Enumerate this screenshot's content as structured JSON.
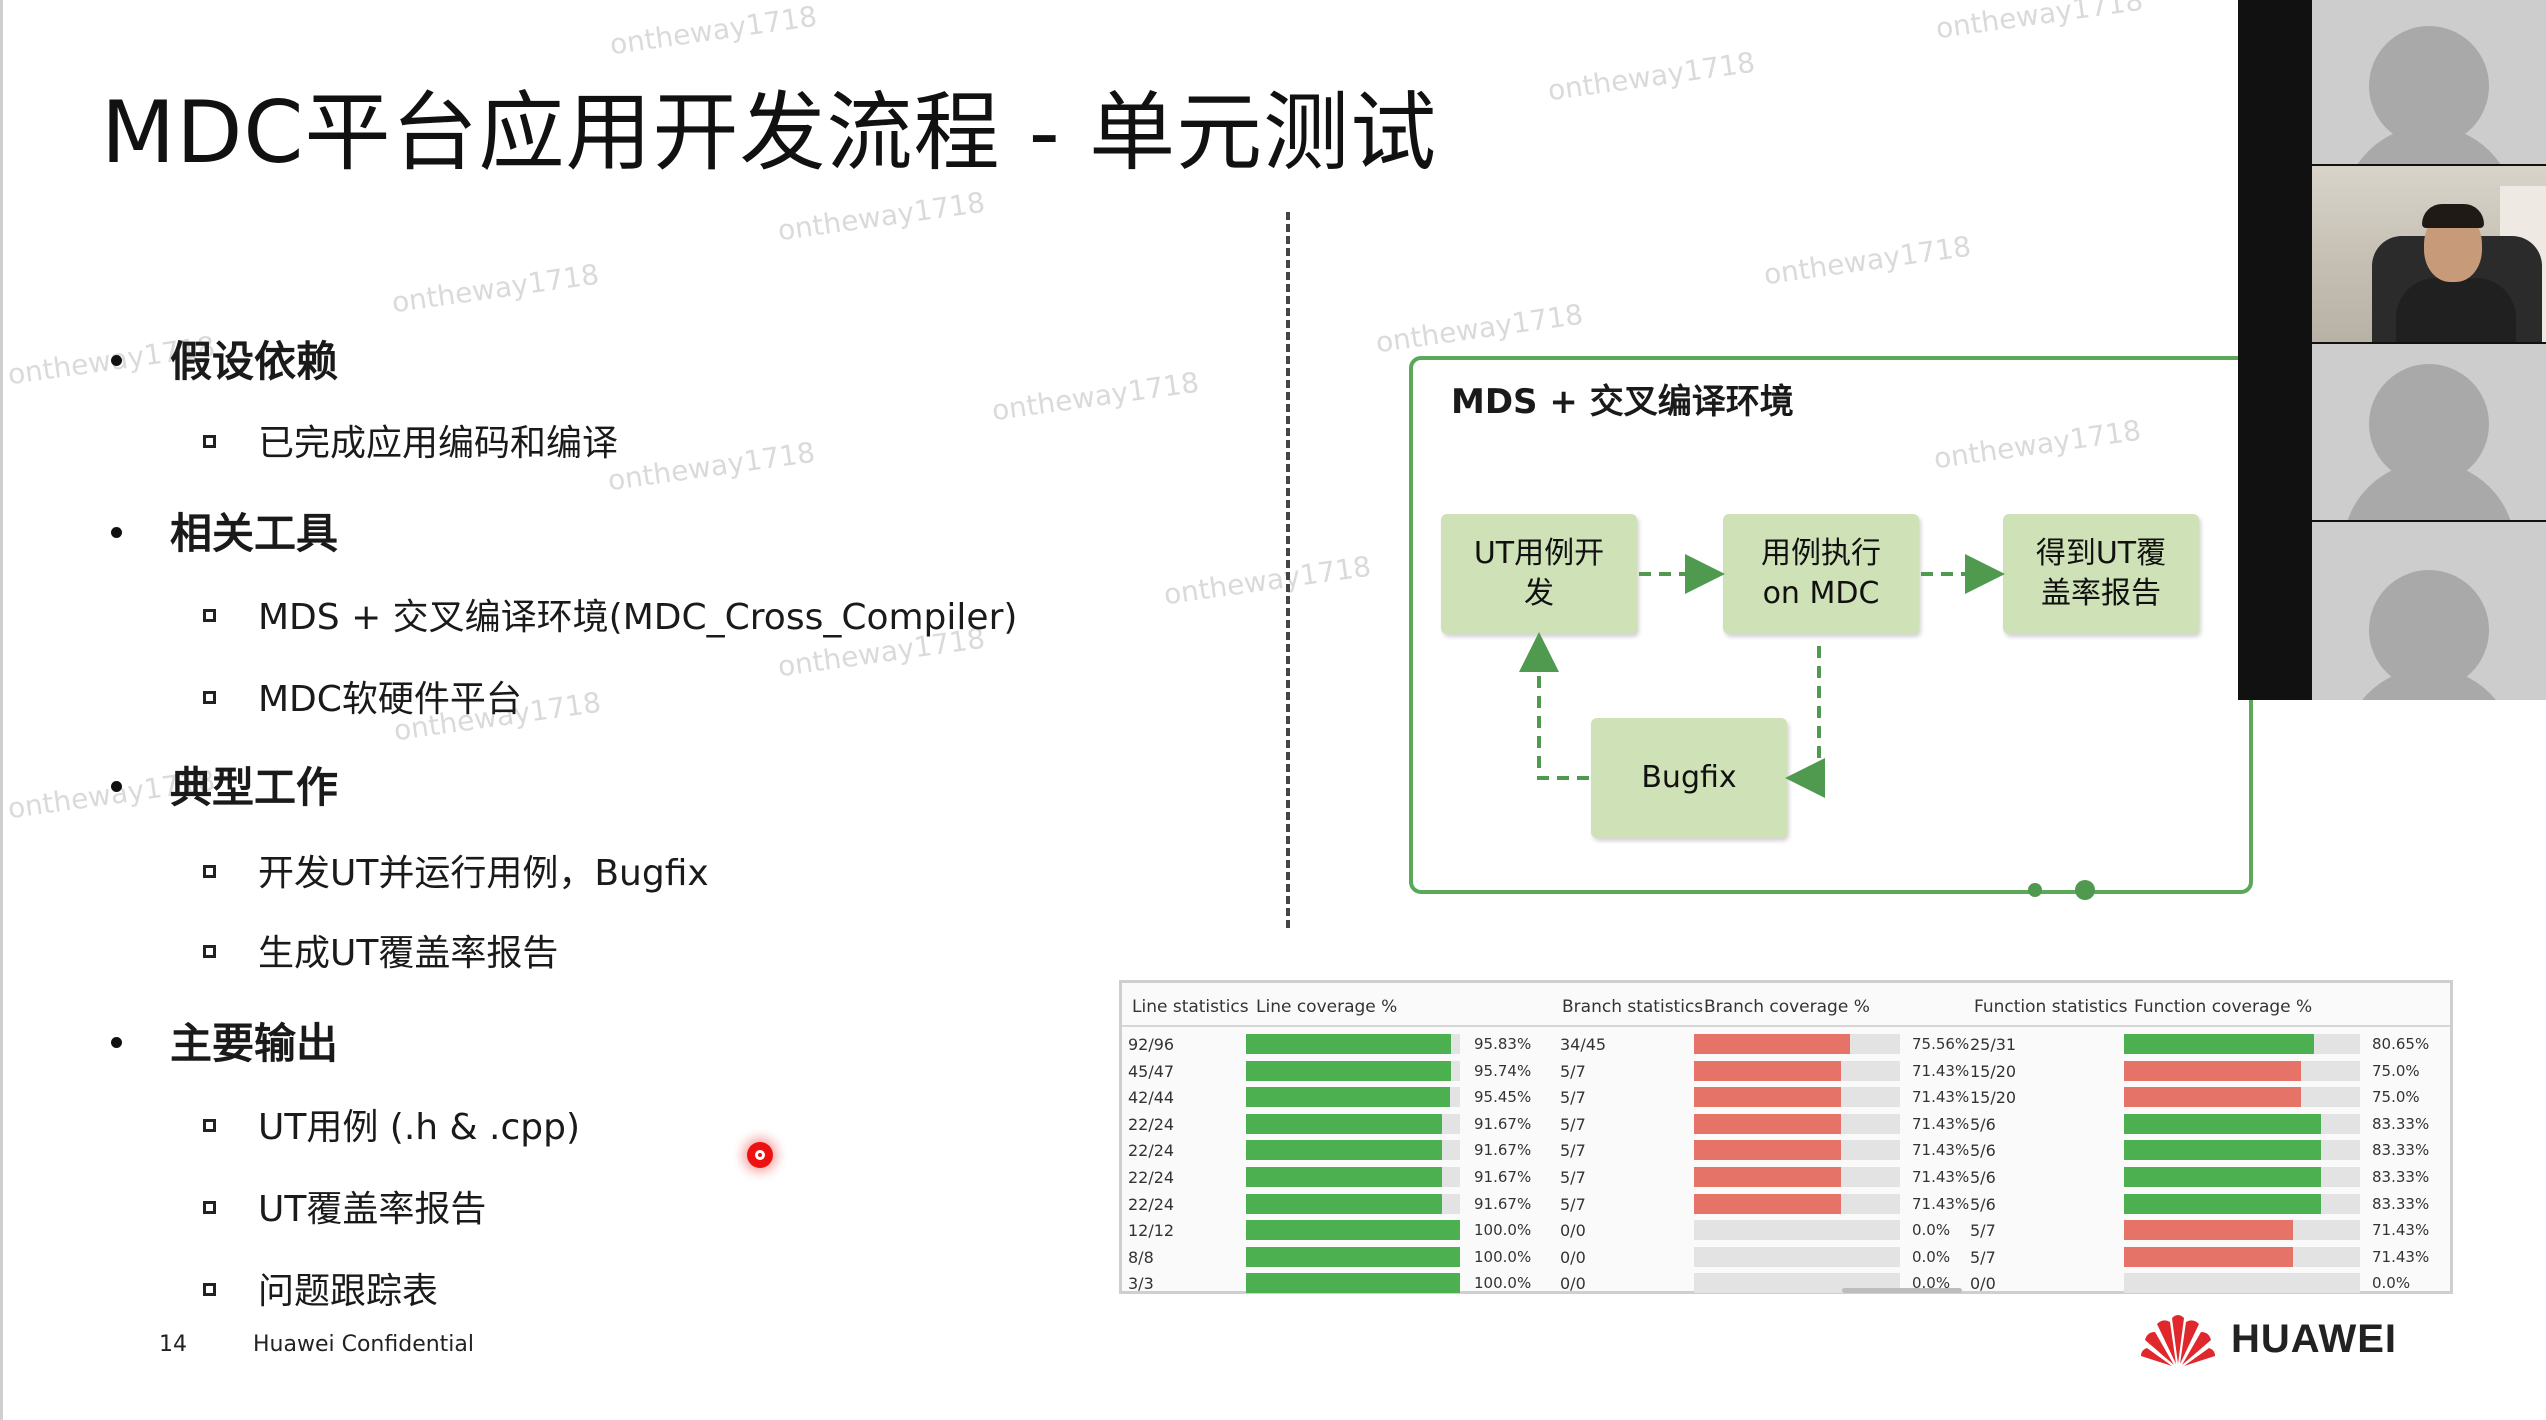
{
  "slide": {
    "title": "MDC平台应用开发流程 - 单元测试",
    "watermark": "ontheway1718",
    "page_number": "14",
    "confidential": "Huawei Confidential",
    "brand": "HUAWEI"
  },
  "bullets": [
    {
      "label": "假设依赖",
      "items": [
        "已完成应用编码和编译"
      ]
    },
    {
      "label": "相关工具",
      "items": [
        "MDS + 交叉编译环境(MDC_Cross_Compiler)",
        "MDC软硬件平台"
      ]
    },
    {
      "label": "典型工作",
      "items": [
        "开发UT并运行用例，Bugfix",
        "生成UT覆盖率报告"
      ]
    },
    {
      "label": "主要输出",
      "items": [
        "UT用例 (.h & .cpp)",
        "UT覆盖率报告",
        "问题跟踪表"
      ]
    }
  ],
  "flow": {
    "title": "MDS + 交叉编译环境",
    "boxes": {
      "develop": "UT用例开\n发",
      "execute": "用例执行\non MDC",
      "report": "得到UT覆\n盖率报告",
      "bugfix": "Bugfix"
    }
  },
  "coverage": {
    "headers": [
      "Line statistics",
      "Line coverage %",
      "Branch statistics",
      "Branch coverage %",
      "Function statistics",
      "Function coverage %"
    ],
    "rows": [
      {
        "line": "92/96",
        "line_pct": "95.83%",
        "line_val": 95.83,
        "branch": "34/45",
        "branch_pct": "75.56%",
        "branch_val": 75.56,
        "func": "25/31",
        "func_pct": "80.65%",
        "func_val": 80.65
      },
      {
        "line": "45/47",
        "line_pct": "95.74%",
        "line_val": 95.74,
        "branch": "5/7",
        "branch_pct": "71.43%",
        "branch_val": 71.43,
        "func": "15/20",
        "func_pct": "75.0%",
        "func_val": 75.0
      },
      {
        "line": "42/44",
        "line_pct": "95.45%",
        "line_val": 95.45,
        "branch": "5/7",
        "branch_pct": "71.43%",
        "branch_val": 71.43,
        "func": "15/20",
        "func_pct": "75.0%",
        "func_val": 75.0
      },
      {
        "line": "22/24",
        "line_pct": "91.67%",
        "line_val": 91.67,
        "branch": "5/7",
        "branch_pct": "71.43%",
        "branch_val": 71.43,
        "func": "5/6",
        "func_pct": "83.33%",
        "func_val": 83.33
      },
      {
        "line": "22/24",
        "line_pct": "91.67%",
        "line_val": 91.67,
        "branch": "5/7",
        "branch_pct": "71.43%",
        "branch_val": 71.43,
        "func": "5/6",
        "func_pct": "83.33%",
        "func_val": 83.33
      },
      {
        "line": "22/24",
        "line_pct": "91.67%",
        "line_val": 91.67,
        "branch": "5/7",
        "branch_pct": "71.43%",
        "branch_val": 71.43,
        "func": "5/6",
        "func_pct": "83.33%",
        "func_val": 83.33
      },
      {
        "line": "22/24",
        "line_pct": "91.67%",
        "line_val": 91.67,
        "branch": "5/7",
        "branch_pct": "71.43%",
        "branch_val": 71.43,
        "func": "5/6",
        "func_pct": "83.33%",
        "func_val": 83.33
      },
      {
        "line": "12/12",
        "line_pct": "100.0%",
        "line_val": 100,
        "branch": "0/0",
        "branch_pct": "0.0%",
        "branch_val": 0,
        "func": "5/7",
        "func_pct": "71.43%",
        "func_val": 71.43
      },
      {
        "line": "8/8",
        "line_pct": "100.0%",
        "line_val": 100,
        "branch": "0/0",
        "branch_pct": "0.0%",
        "branch_val": 0,
        "func": "5/7",
        "func_pct": "71.43%",
        "func_val": 71.43
      },
      {
        "line": "3/3",
        "line_pct": "100.0%",
        "line_val": 100,
        "branch": "0/0",
        "branch_pct": "0.0%",
        "branch_val": 0,
        "func": "0/0",
        "func_pct": "0.0%",
        "func_val": 0
      }
    ],
    "colors": {
      "good": "#4caf50",
      "bad": "#e57368",
      "empty": "#e3e3e3"
    }
  },
  "colors": {
    "flow_border": "#5aa85a",
    "flow_box": "#cfe1b6",
    "laser": "#e11111",
    "logo_red": "#e0282c"
  }
}
